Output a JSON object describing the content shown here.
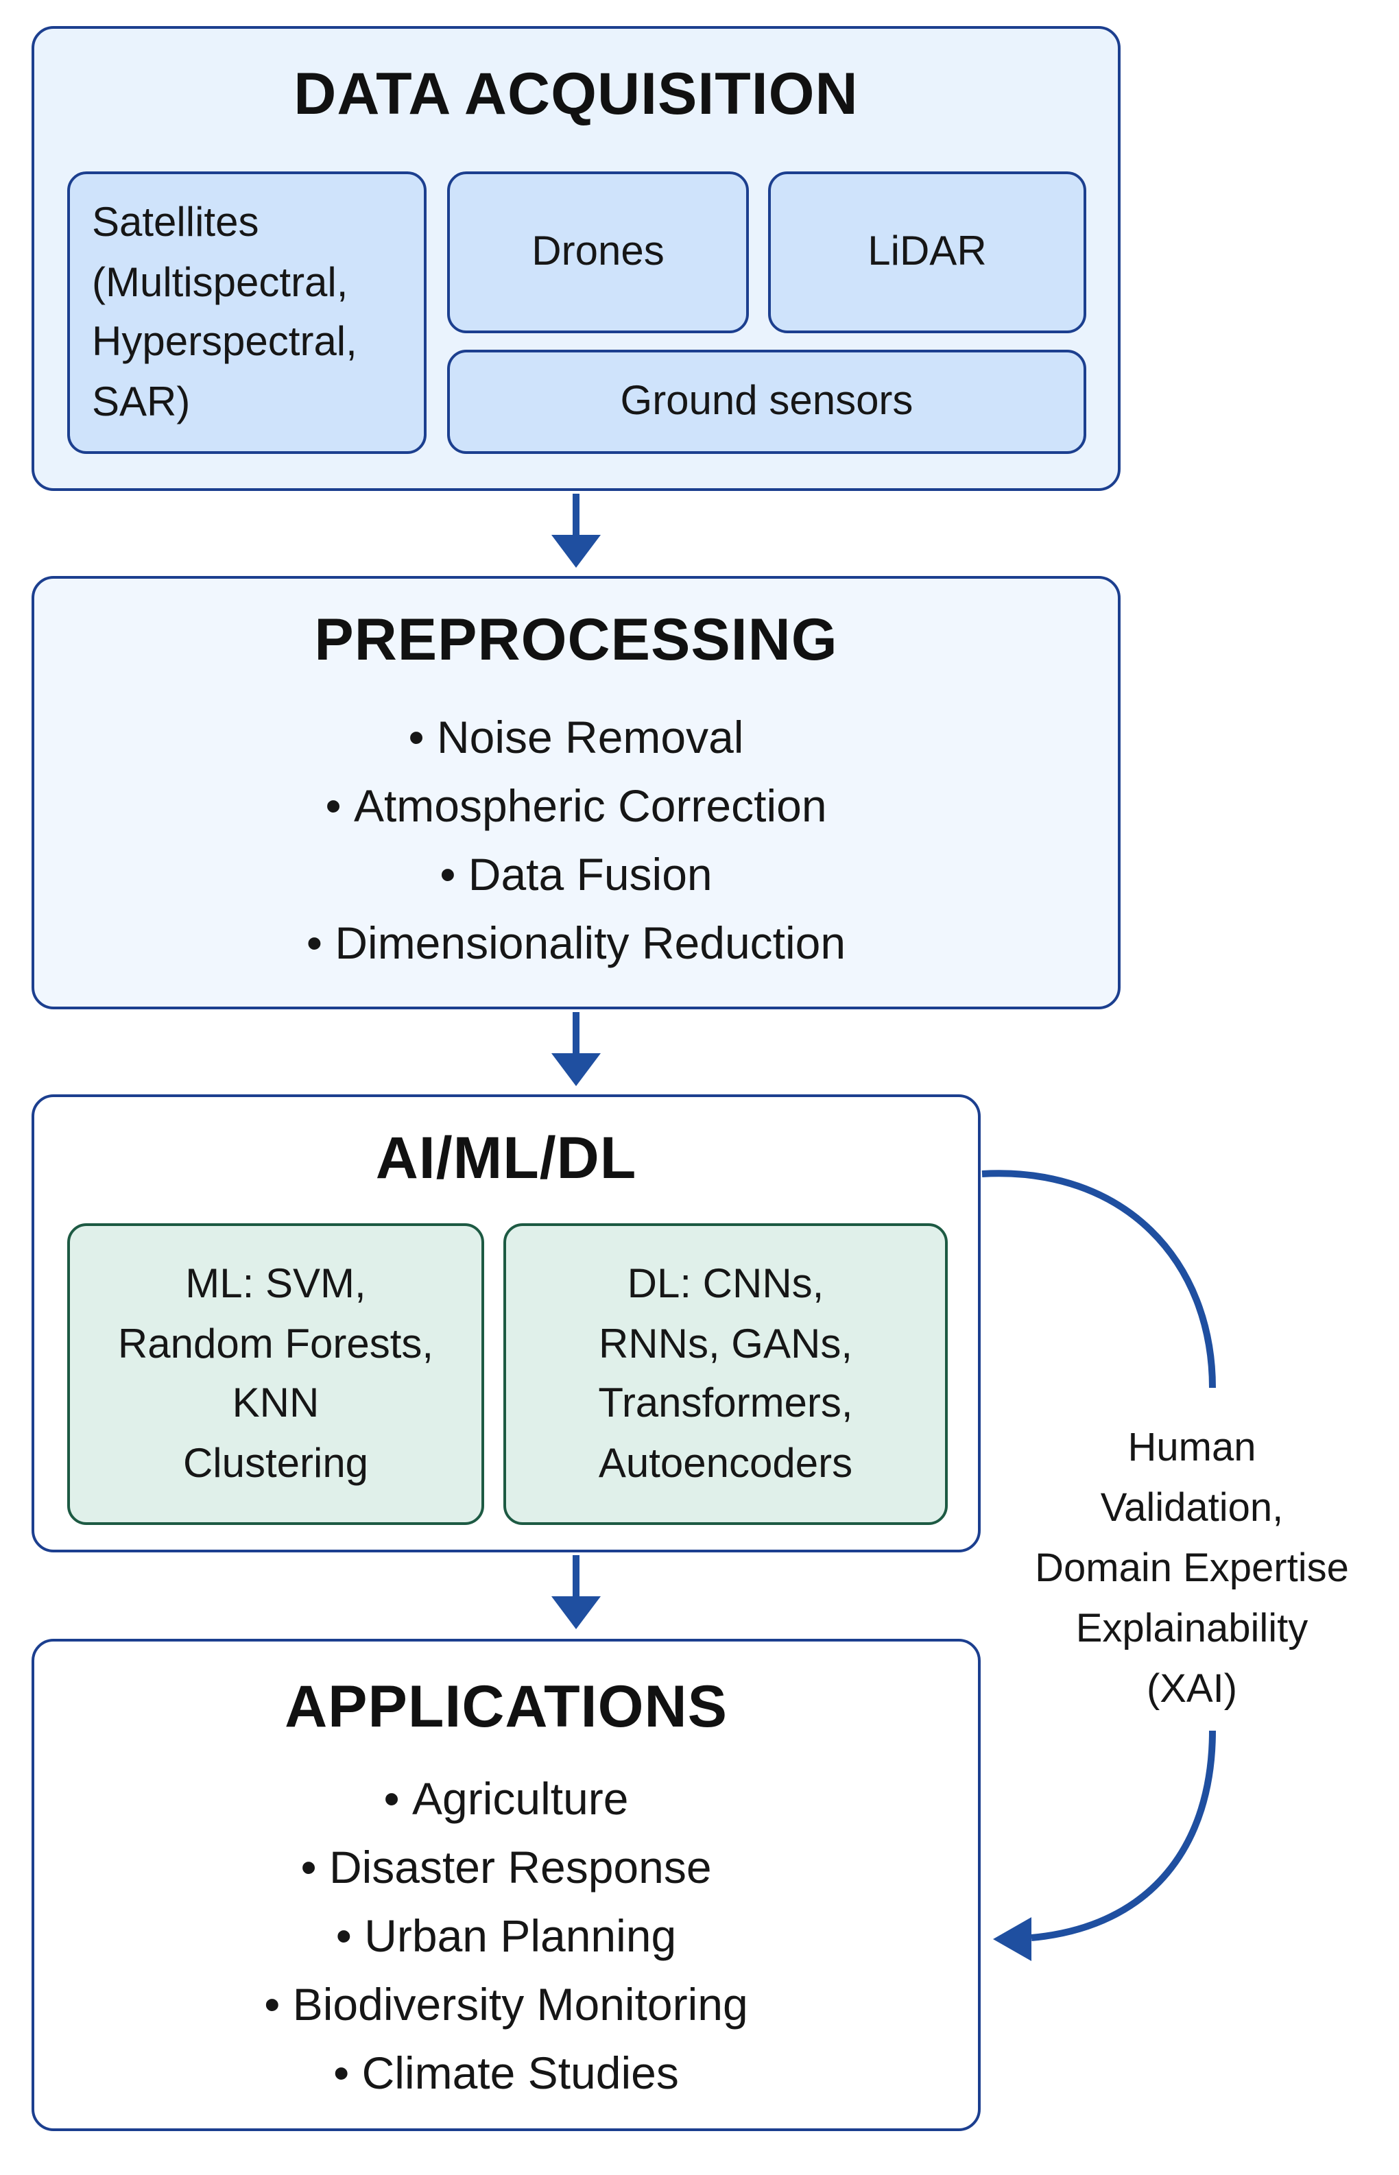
{
  "acquisition": {
    "title": "DATA ACQUISITION",
    "sources": {
      "satellites": "Satellites (Multispectral, Hyperspectral, SAR)",
      "drones": "Drones",
      "lidar": "LiDAR",
      "ground": "Ground sensors"
    }
  },
  "preprocessing": {
    "title": "PREPROCESSING",
    "items": [
      "Noise Removal",
      "Atmospheric Correction",
      "Data Fusion",
      "Dimensionality Reduction"
    ]
  },
  "models": {
    "title": "AI/ML/DL",
    "ml": [
      "ML: SVM,",
      "Random Forests,",
      "KNN",
      "Clustering"
    ],
    "dl": [
      "DL: CNNs,",
      "RNNs, GANs,",
      "Transformers,",
      "Autoencoders"
    ]
  },
  "applications": {
    "title": "APPLICATIONS",
    "items": [
      "Agriculture",
      "Disaster Response",
      "Urban Planning",
      "Biodiversity Monitoring",
      "Climate Studies"
    ]
  },
  "feedback": {
    "lines": [
      "Human",
      "Validation,",
      "Domain Expertise",
      "Explainability",
      "(XAI)"
    ]
  },
  "colors": {
    "border": "#1c3f8f",
    "arrow": "#1f4fa0",
    "acquisition_fill": "#eaf3fd",
    "source_fill": "#cfe3fb",
    "model_fill": "#e0f0ea"
  }
}
